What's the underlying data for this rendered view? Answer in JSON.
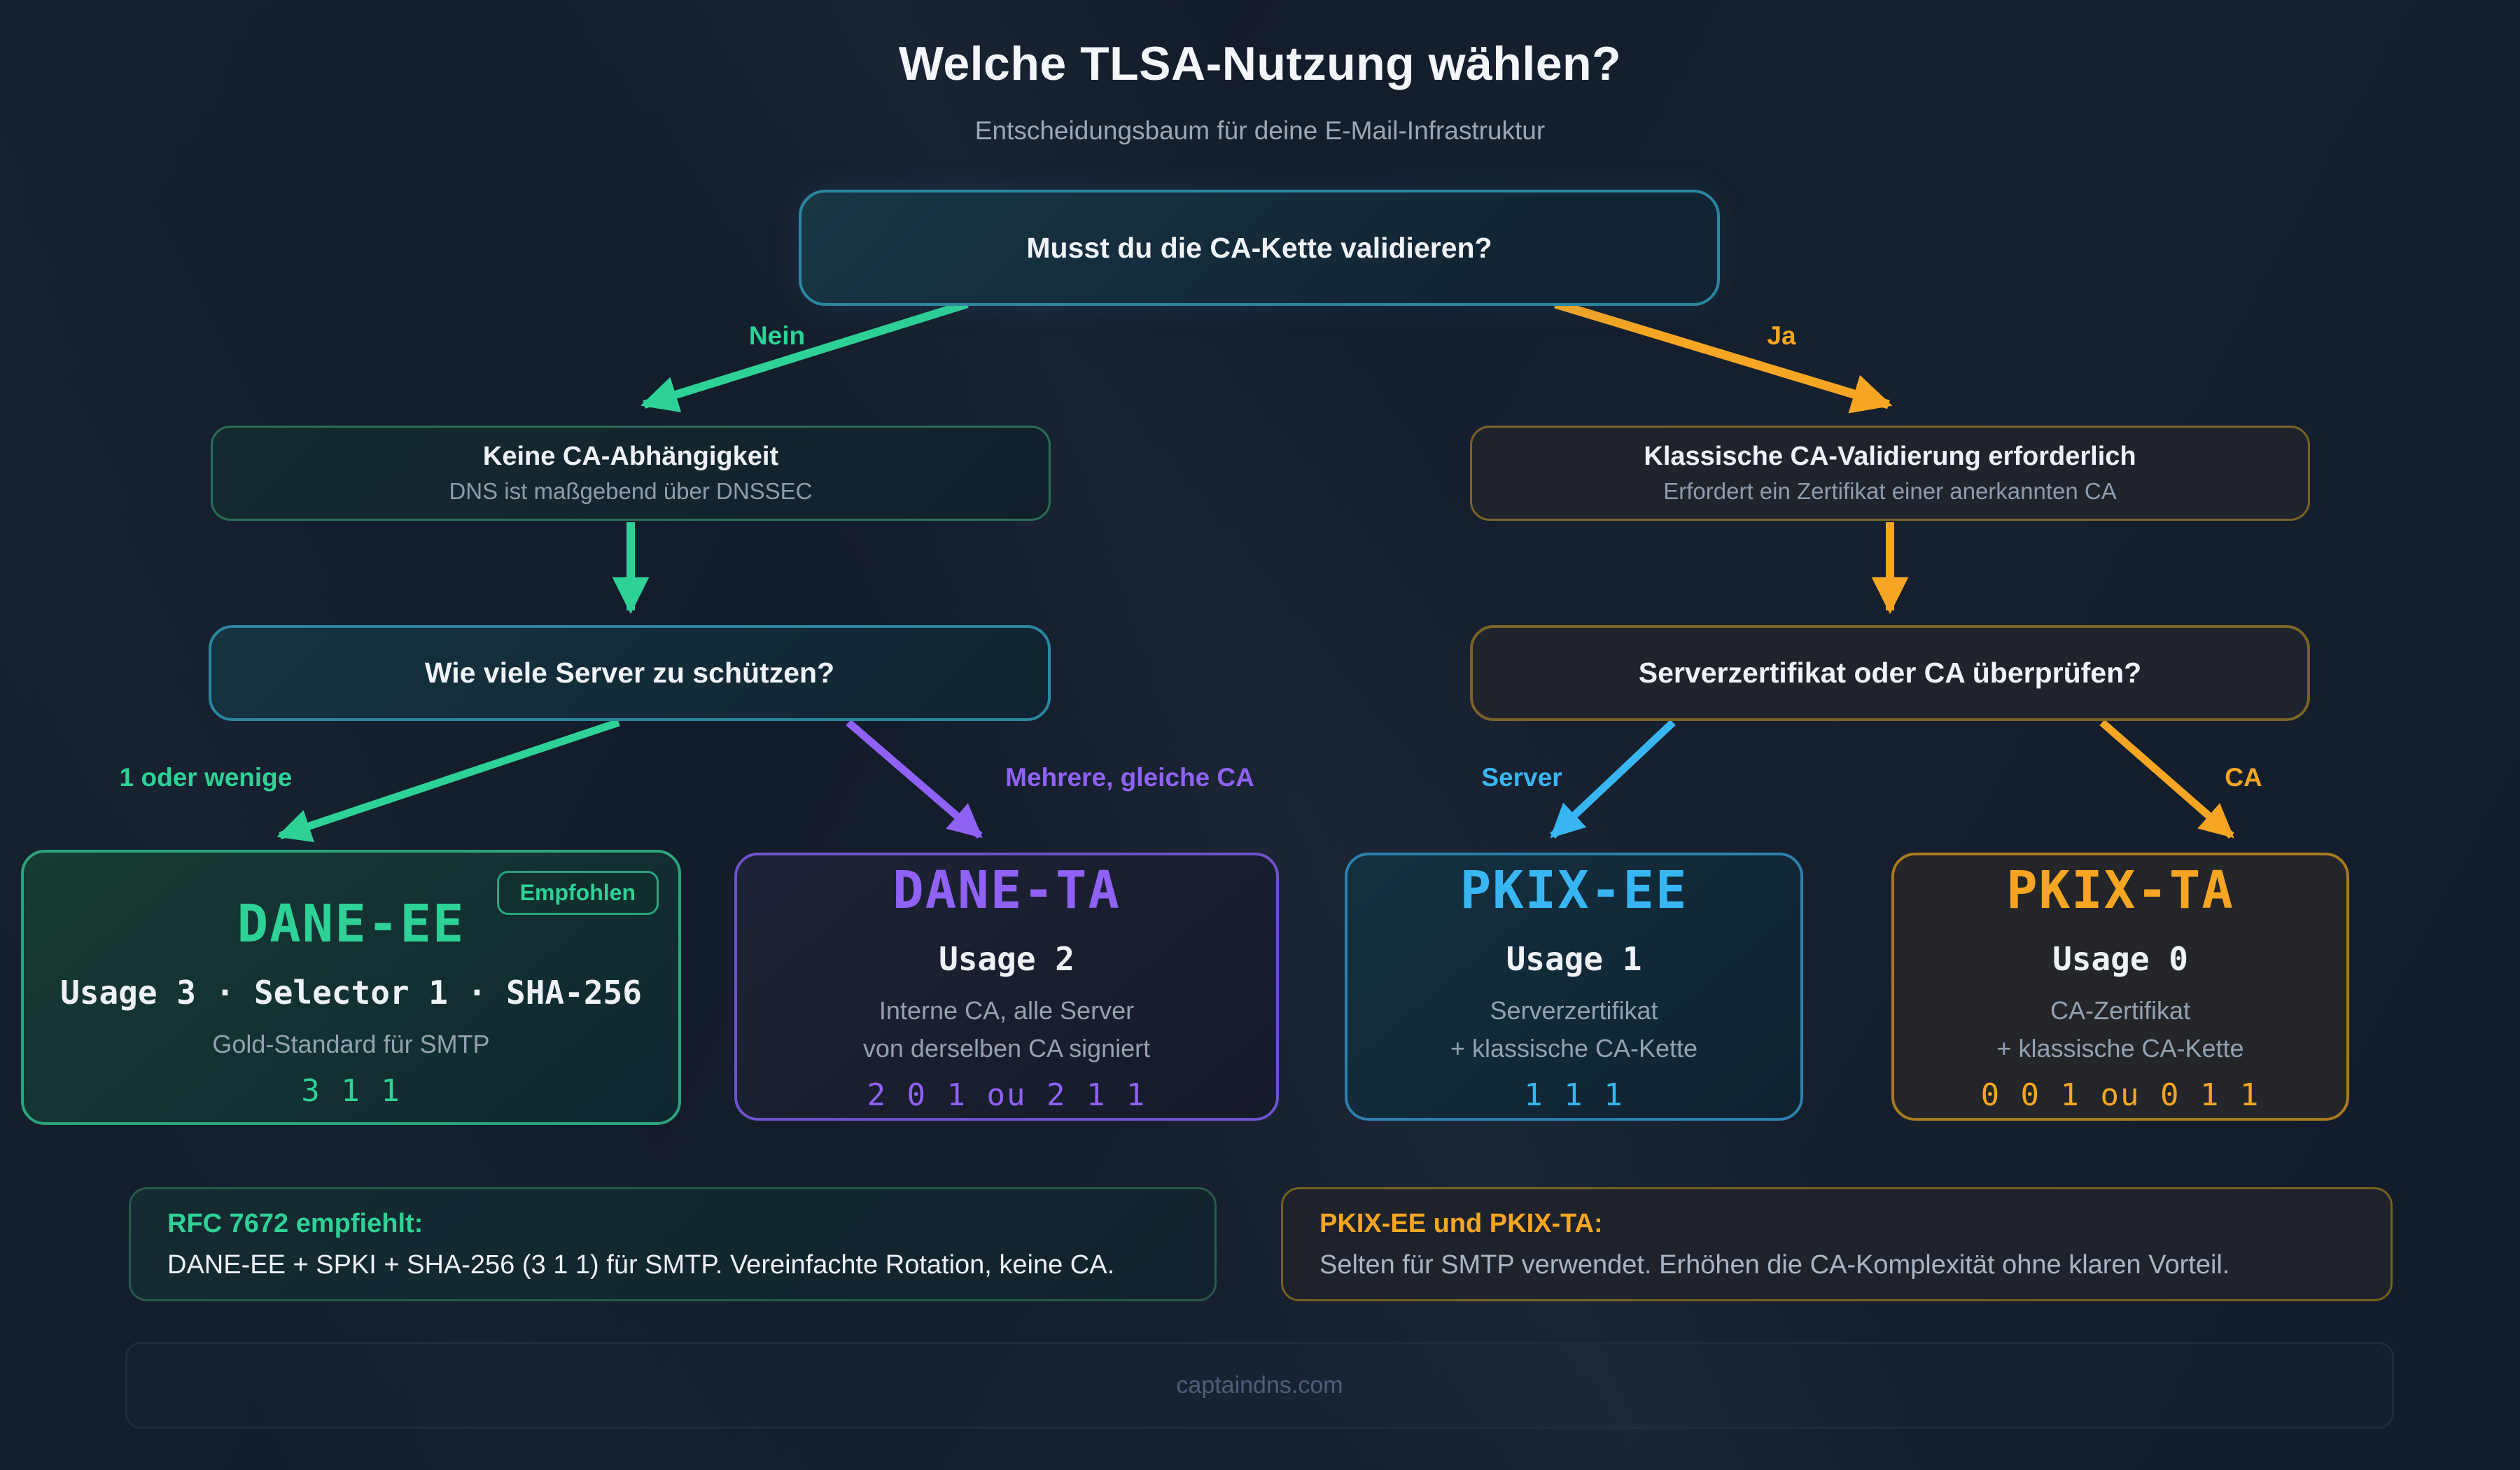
{
  "colors": {
    "background": "#131c2a",
    "green": "#2ed196",
    "orange": "#f6a623",
    "purple": "#8f62f5",
    "blue": "#38b6f2",
    "teal_border": "#2b86a0"
  },
  "header": {
    "title": "Welche TLSA-Nutzung wählen?",
    "subtitle": "Entscheidungsbaum für deine E-Mail-Infrastruktur"
  },
  "tree": {
    "root": {
      "question": "Musst du die CA-Kette validieren?"
    },
    "no_node": {
      "title": "Keine CA-Abhängigkeit",
      "subtitle": "DNS ist maßgebend über DNSSEC"
    },
    "yes_node": {
      "title": "Klassische CA-Validierung erforderlich",
      "subtitle": "Erfordert ein Zertifikat einer anerkannten CA"
    },
    "servers_node": {
      "question": "Wie viele Server zu schützen?"
    },
    "check_node": {
      "question": "Serverzertifikat oder CA überprüfen?"
    }
  },
  "edge_labels": {
    "nein": "Nein",
    "ja": "Ja",
    "few": "1 oder wenige",
    "many": "Mehrere, gleiche CA",
    "server": "Server",
    "ca": "CA"
  },
  "cards": [
    {
      "id": "dane-ee",
      "badge": "Empfohlen",
      "title": "DANE-EE",
      "usage": "Usage 3 · Selector 1 · SHA-256",
      "desc": [
        "Gold-Standard für SMTP"
      ],
      "code": "3 1 1"
    },
    {
      "id": "dane-ta",
      "title": "DANE-TA",
      "usage": "Usage 2",
      "desc": [
        "Interne CA, alle Server",
        "von derselben CA signiert"
      ],
      "code": "2 0 1 ou 2 1 1"
    },
    {
      "id": "pkix-ee",
      "title": "PKIX-EE",
      "usage": "Usage 1",
      "desc": [
        "Serverzertifikat",
        "+ klassische CA-Kette"
      ],
      "code": "1 1 1"
    },
    {
      "id": "pkix-ta",
      "title": "PKIX-TA",
      "usage": "Usage 0",
      "desc": [
        "CA-Zertifikat",
        "+ klassische CA-Kette"
      ],
      "code": "0 0 1 ou 0 1 1"
    }
  ],
  "notes": [
    {
      "heading": "RFC 7672 empfiehlt:",
      "body": "DANE-EE + SPKI + SHA-256 (3 1 1) für SMTP. Vereinfachte Rotation, keine CA."
    },
    {
      "heading": "PKIX-EE und PKIX-TA:",
      "body": "Selten für SMTP verwendet. Erhöhen die CA-Komplexität ohne klaren Vorteil."
    }
  ],
  "footer": {
    "text": "captaindns.com"
  }
}
